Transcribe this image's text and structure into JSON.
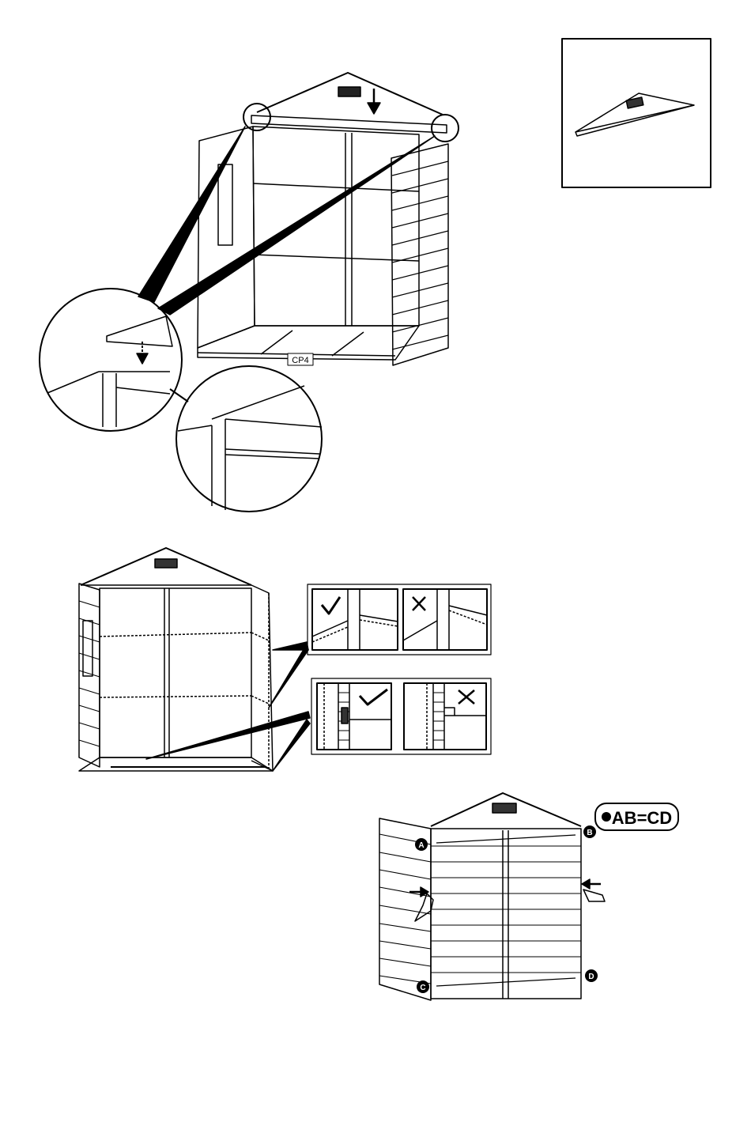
{
  "step1": {
    "part_label": "CP4"
  },
  "step3": {
    "equation": "AB=CD",
    "corners": {
      "a": "A",
      "b": "B",
      "c": "C",
      "d": "D"
    }
  },
  "icons": {
    "check": "check-mark-icon",
    "cross": "cross-mark-icon",
    "arrow": "arrow-down-icon",
    "hand": "hand-push-icon"
  }
}
